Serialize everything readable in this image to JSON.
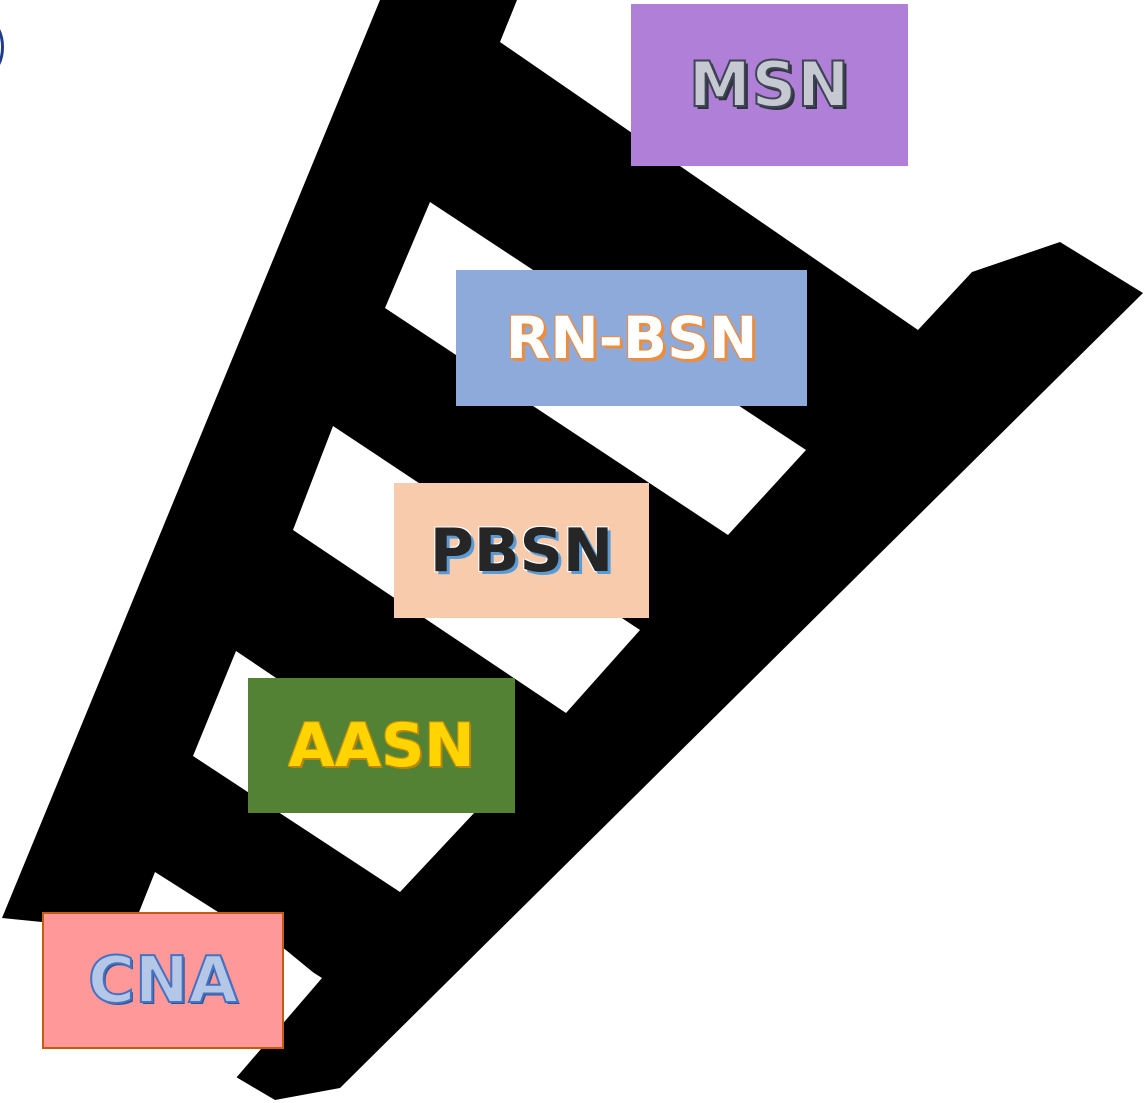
{
  "ladder": {
    "rungs": [
      {
        "label": "MSN",
        "box_color": "#b07fd8",
        "text_color": "#c6c9d1"
      },
      {
        "label": "RN-BSN",
        "box_color": "#8eaadb",
        "text_color": "#ffffff"
      },
      {
        "label": "PBSN",
        "box_color": "#f8cbad",
        "text_color": "#262626"
      },
      {
        "label": "AASN",
        "box_color": "#548235",
        "text_color": "#ffd400"
      },
      {
        "label": "CNA",
        "box_color": "#ff9999",
        "text_color": "#b4c7e7"
      }
    ],
    "ladder_color": "#000000",
    "background_color": "#ffffff"
  }
}
